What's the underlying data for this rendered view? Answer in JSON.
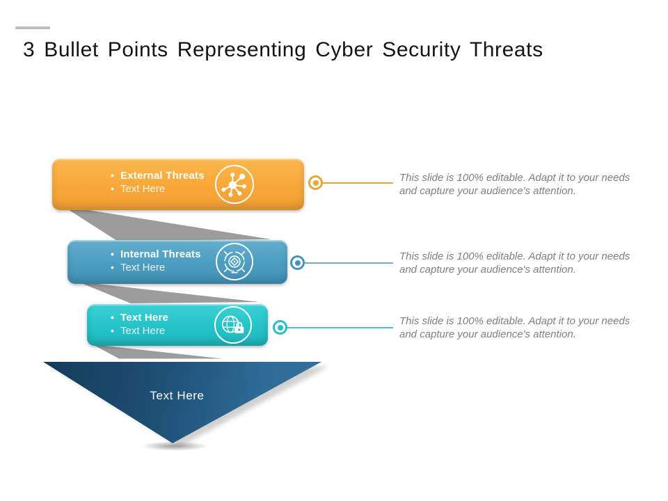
{
  "title": {
    "text": "3 Bullet Points Representing Cyber Security Threats"
  },
  "banners": [
    {
      "heading": "External Threats",
      "subtext": "Text Here",
      "icon": "network-nodes-icon",
      "color": "#F8A93A",
      "note": "This slide is 100% editable. Adapt it to your needs and capture your audience's attention."
    },
    {
      "heading": "Internal Threats",
      "subtext": "Text Here",
      "icon": "radar-target-icon",
      "color": "#4C9EC1",
      "note": "This slide is 100% editable. Adapt it to your needs and capture your audience's attention."
    },
    {
      "heading": "Text Here",
      "subtext": "Text Here",
      "icon": "secure-globe-icon",
      "color": "#26C4C9",
      "note": "This slide is 100% editable. Adapt it to your needs and capture your audience's attention."
    }
  ],
  "arrow": {
    "label": "Text Here",
    "color_dark": "#16405E",
    "color_light": "#2F6E99"
  },
  "ribbon_color": "#9C9C9C"
}
